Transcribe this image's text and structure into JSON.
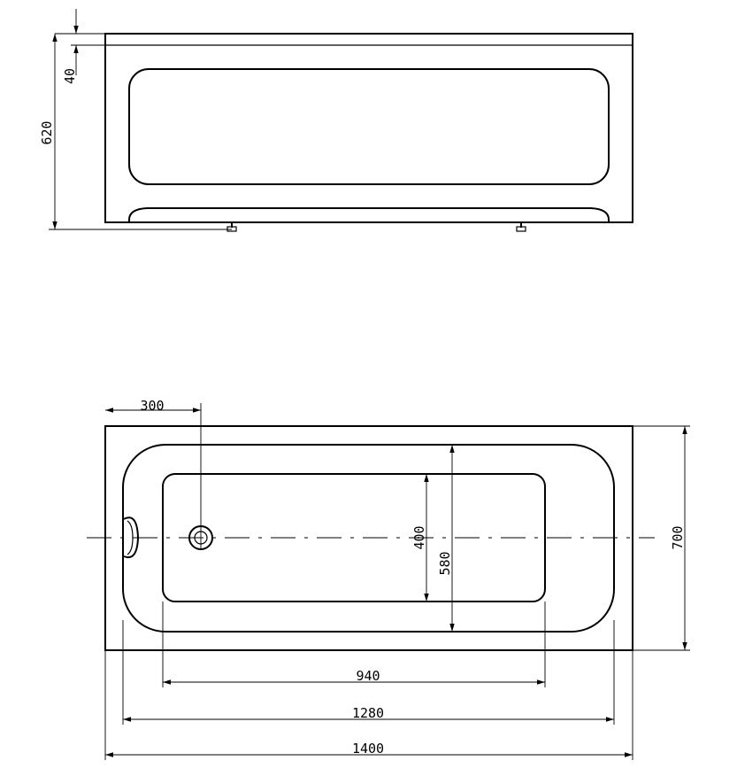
{
  "front_view": {
    "dims": {
      "overall_height": "620",
      "rim_height": "40"
    }
  },
  "top_view": {
    "dims": {
      "drain_offset": "300",
      "inner_length": "940",
      "basin_length": "1280",
      "overall_length": "1400",
      "inner_width": "400",
      "basin_width": "580",
      "overall_width": "700"
    }
  }
}
